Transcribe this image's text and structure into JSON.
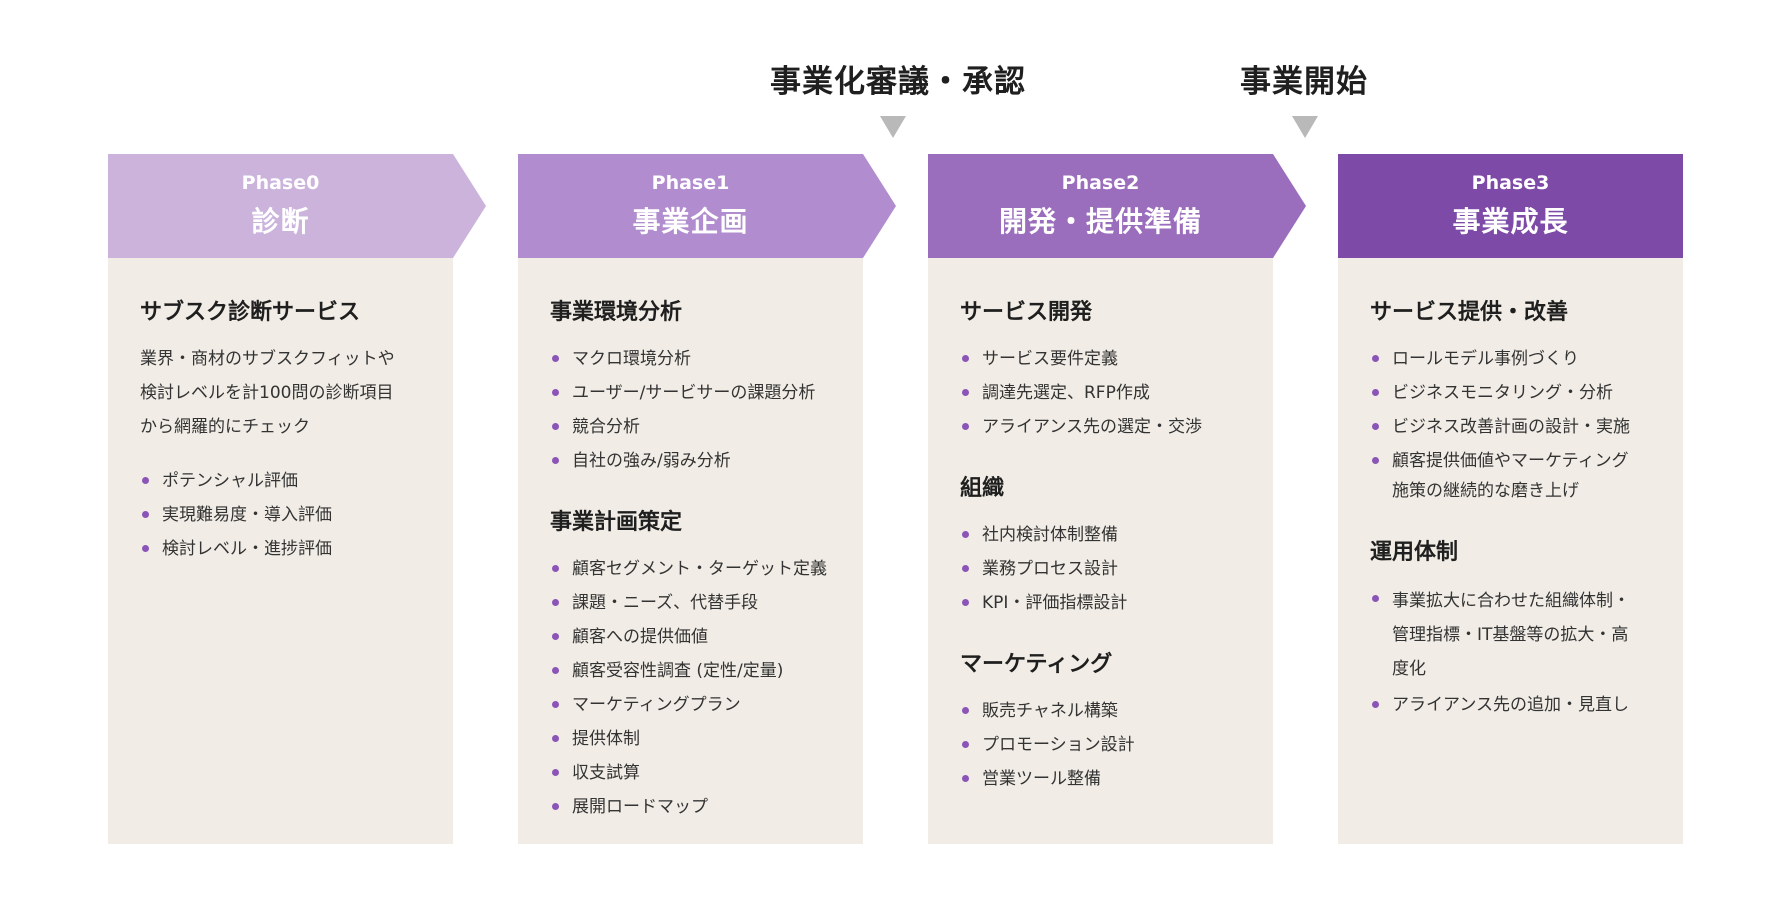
{
  "milestones": [
    {
      "label": "事業化審議・承認"
    },
    {
      "label": "事業開始"
    }
  ],
  "colors": {
    "phase0": "#cbb3dc",
    "phase1": "#b18ccf",
    "phase2": "#9a6dbd",
    "phase3": "#7d4aa8",
    "panel_bg": "#f1ede6",
    "bullet": "#8a55b6",
    "milestone_marker": "#b9b9b9"
  },
  "phases": [
    {
      "number": "Phase0",
      "name": "診断",
      "sections": [
        {
          "title": "サブスク診断サービス",
          "description_lines": [
            "業界・商材のサブスクフィットや",
            "検討レベルを計100問の診断項目",
            "から網羅的にチェック"
          ],
          "items": [
            "ポテンシャル評価",
            "実現難易度・導入評価",
            "検討レベル・進捗評価"
          ]
        }
      ]
    },
    {
      "number": "Phase1",
      "name": "事業企画",
      "sections": [
        {
          "title": "事業環境分析",
          "items": [
            "マクロ環境分析",
            "ユーザー/サービサーの課題分析",
            "競合分析",
            "自社の強み/弱み分析"
          ]
        },
        {
          "title": "事業計画策定",
          "items": [
            "顧客セグメント・ターゲット定義",
            "課題・ニーズ、代替手段",
            "顧客への提供価値",
            "顧客受容性調査 (定性/定量)",
            "マーケティングプラン",
            "提供体制",
            "収支試算",
            "展開ロードマップ"
          ]
        }
      ]
    },
    {
      "number": "Phase2",
      "name": "開発・提供準備",
      "sections": [
        {
          "title": "サービス開発",
          "items": [
            "サービス要件定義",
            "調達先選定、RFP作成",
            "アライアンス先の選定・交渉"
          ]
        },
        {
          "title": "組織",
          "items": [
            "社内検討体制整備",
            "業務プロセス設計",
            "KPI・評価指標設計"
          ]
        },
        {
          "title": "マーケティング",
          "items": [
            "販売チャネル構築",
            "プロモーション設計",
            "営業ツール整備"
          ]
        }
      ]
    },
    {
      "number": "Phase3",
      "name": "事業成長",
      "sections": [
        {
          "title": "サービス提供・改善",
          "items": [
            "ロールモデル事例づくり",
            "ビジネスモニタリング・分析",
            "ビジネス改善計画の設計・実施"
          ],
          "items_wrapped": [
            [
              "顧客提供価値やマーケティング",
              "施策の継続的な磨き上げ"
            ]
          ]
        },
        {
          "title": "運用体制",
          "items_wrapped": [
            [
              "事業拡大に合わせた組織体制・",
              "管理指標・IT基盤等の拡大・高",
              "度化"
            ]
          ],
          "items": [
            "アライアンス先の追加・見直し"
          ]
        }
      ]
    }
  ]
}
